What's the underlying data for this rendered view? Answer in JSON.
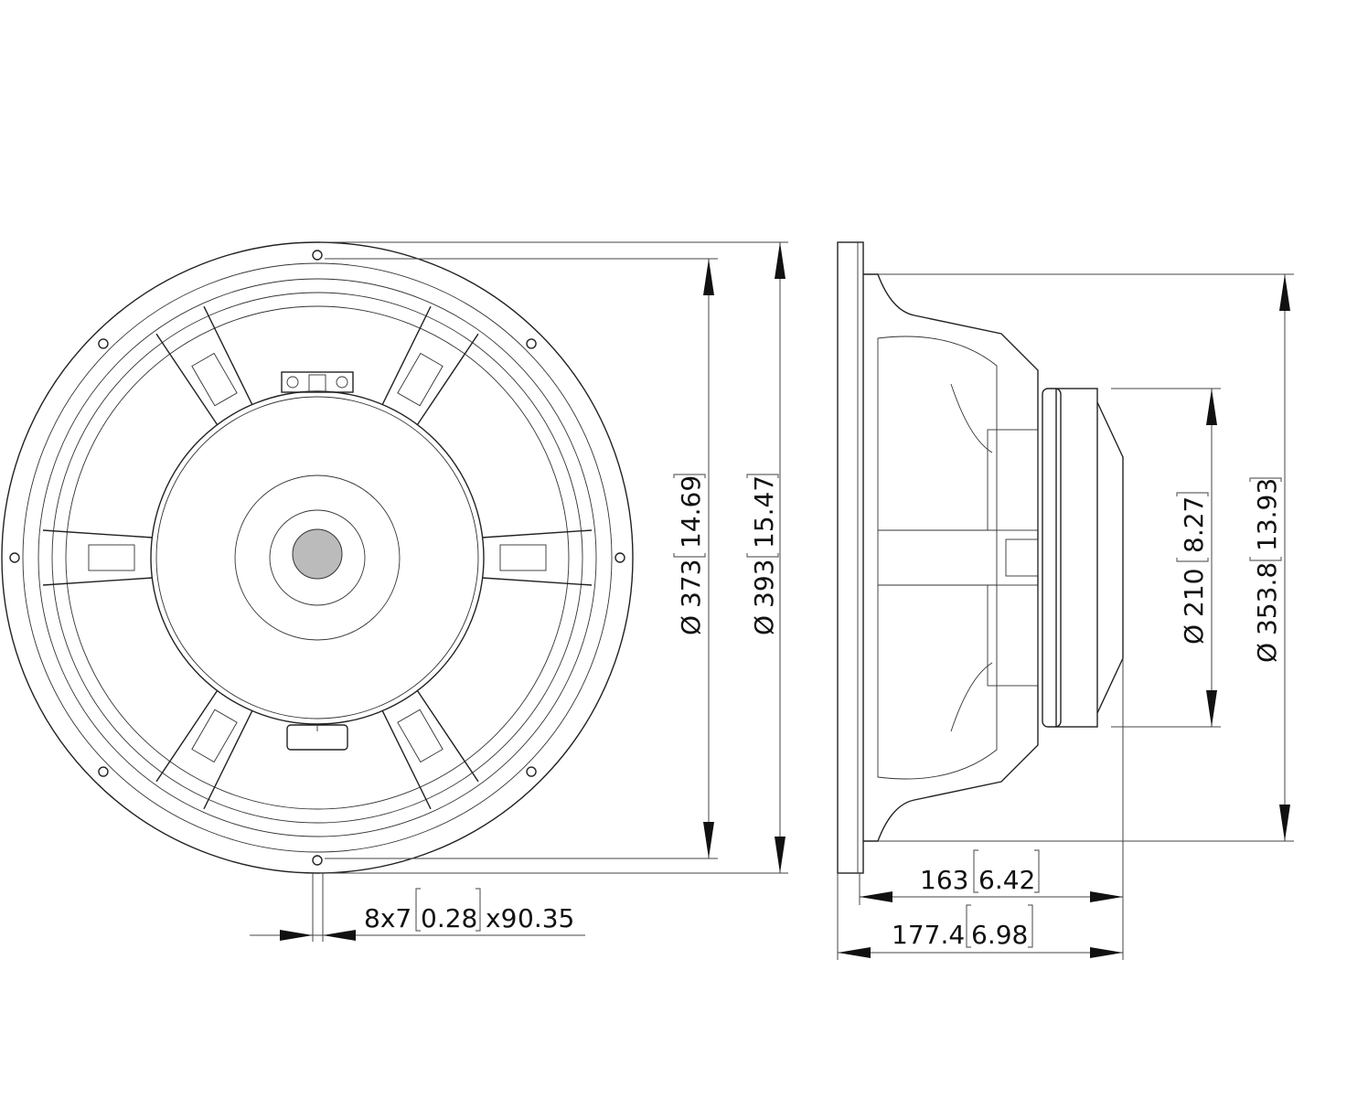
{
  "drawing": {
    "front_view": {
      "inner_diameter": {
        "symbol": "Ø",
        "mm": "373",
        "inch": "14.69"
      },
      "outer_diameter": {
        "symbol": "Ø",
        "mm": "393",
        "inch": "15.47"
      },
      "mounting_holes": {
        "mm": "8x7",
        "inch": "0.28",
        "mm2": "x9",
        "inch2": "0.35"
      }
    },
    "side_view": {
      "magnet_diameter": {
        "symbol": "Ø",
        "mm": "210",
        "inch": "8.27"
      },
      "baffle_cutout_diameter": {
        "symbol": "Ø",
        "mm": "353.8",
        "inch": "13.93"
      },
      "depth_from_flange": {
        "mm": "163",
        "inch": "6.42"
      },
      "total_depth": {
        "mm": "177.4",
        "inch": "6.98"
      }
    }
  }
}
